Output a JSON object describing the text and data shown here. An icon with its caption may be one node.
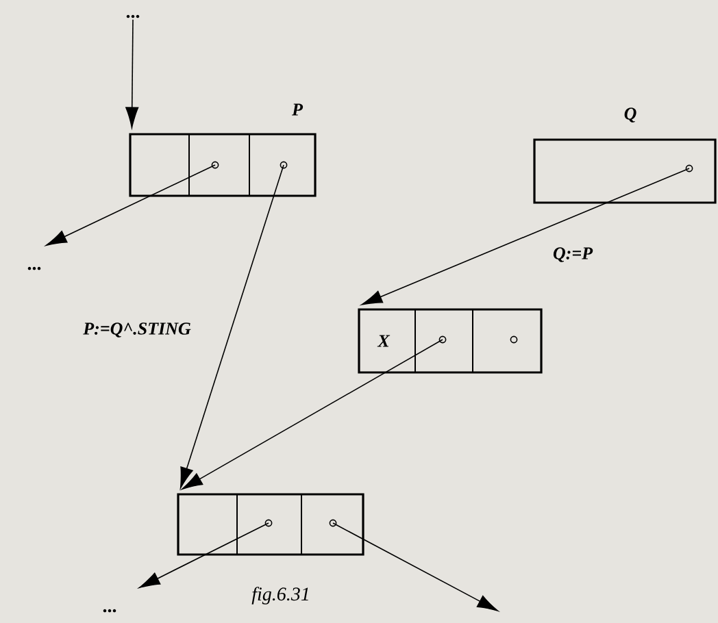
{
  "diagram": {
    "nodes": [
      {
        "text": [
          "..."
        ]
      },
      {
        "text": [
          "P"
        ]
      },
      {
        "text": [
          "..."
        ]
      },
      {
        "text": [
          "Q"
        ]
      },
      {
        "text": [
          "X"
        ]
      },
      {
        "text": [],
        "shape": "box"
      },
      {
        "text": [
          "..."
        ]
      }
    ],
    "edges": [
      {
        "from": 0,
        "to": 1,
        "arrow": "to"
      },
      {
        "from": 1,
        "to": 2,
        "arrow": "to"
      },
      {
        "from": 1,
        "to": 5,
        "arrow": "to",
        "label": "P:=Q^.STING"
      },
      {
        "from": 3,
        "to": 4,
        "arrow": "to",
        "label": "Q:=P"
      },
      {
        "from": 4,
        "to": 5,
        "arrow": "to"
      },
      {
        "from": 5,
        "to": 6,
        "arrow": "to"
      },
      {
        "from": 5,
        "to": null,
        "arrow": "to"
      }
    ],
    "caption": "fig.6.31"
  }
}
